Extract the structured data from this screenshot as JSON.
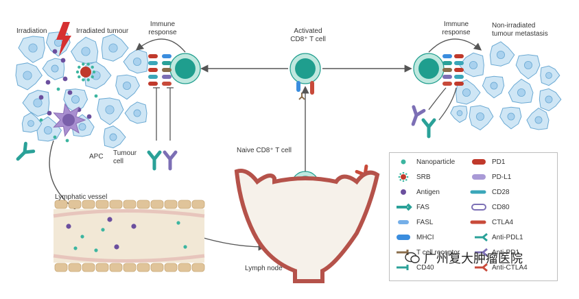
{
  "labels": {
    "irradiation": "Irradiation",
    "irradiated_tumour": "Irradiated tumour",
    "immune_response_left": "Immune\nresponse",
    "activated_cd8": "Activated\nCD8⁺ T cell",
    "immune_response_right": "Immune\nresponse",
    "non_irradiated": "Non-irradiated\ntumour metastasis",
    "apc": "APC",
    "tumour_cell": "Tumour\ncell",
    "naive_cd8": "Naive CD8⁺ T cell",
    "lymphatic_vessel": "Lymphatic vessel",
    "lymph_node": "Lymph node"
  },
  "legend": {
    "left": [
      {
        "icon": "nanoparticle-icon",
        "label": "Nanoparticle"
      },
      {
        "icon": "srb-icon",
        "label": "SRB"
      },
      {
        "icon": "antigen-icon",
        "label": "Antigen"
      },
      {
        "icon": "fas-icon",
        "label": "FAS"
      },
      {
        "icon": "fasl-icon",
        "label": "FASL"
      },
      {
        "icon": "mhci-icon",
        "label": "MHCI"
      },
      {
        "icon": "t-cell-receptor-icon",
        "label": "T cell receptor"
      },
      {
        "icon": "cd40-icon",
        "label": "CD40"
      }
    ],
    "right": [
      {
        "icon": "pd1-icon",
        "label": "PD1"
      },
      {
        "icon": "pd-l1-icon",
        "label": "PD-L1"
      },
      {
        "icon": "cd28-icon",
        "label": "CD28"
      },
      {
        "icon": "cd80-icon",
        "label": "CD80"
      },
      {
        "icon": "ctla4-icon",
        "label": "CTLA4"
      },
      {
        "icon": "anti-pd-l1-icon",
        "label": "Anti-PDL1"
      },
      {
        "icon": "anti-pd1-icon",
        "label": "Anti-PD1"
      },
      {
        "icon": "anti-ctla4-icon",
        "label": "Anti-CTLA4"
      }
    ]
  },
  "watermark": {
    "text": "广州复大肿瘤医院"
  },
  "colors": {
    "tumour_fill": "#cfe6f5",
    "tumour_stroke": "#6aa9d3",
    "tcell": "#1f9e8e",
    "apc": "#8a6bb5",
    "antigen": "#6b4f9e",
    "nanoparticle": "#3cb5a0",
    "srb": "#c0392b",
    "pd1": "#c0392b",
    "fas": "#2aa198",
    "mhci": "#3a8dde",
    "tcr": "#8a6d4b",
    "cd28": "#3aa6b9",
    "cd80": "#7c6fb5",
    "ctla4": "#c84a3a",
    "lymph": "#f2e8d6",
    "vessel_wall": "#e0c49a",
    "lymph_node_wall": "#b5524a",
    "lightning": "#d63031"
  }
}
